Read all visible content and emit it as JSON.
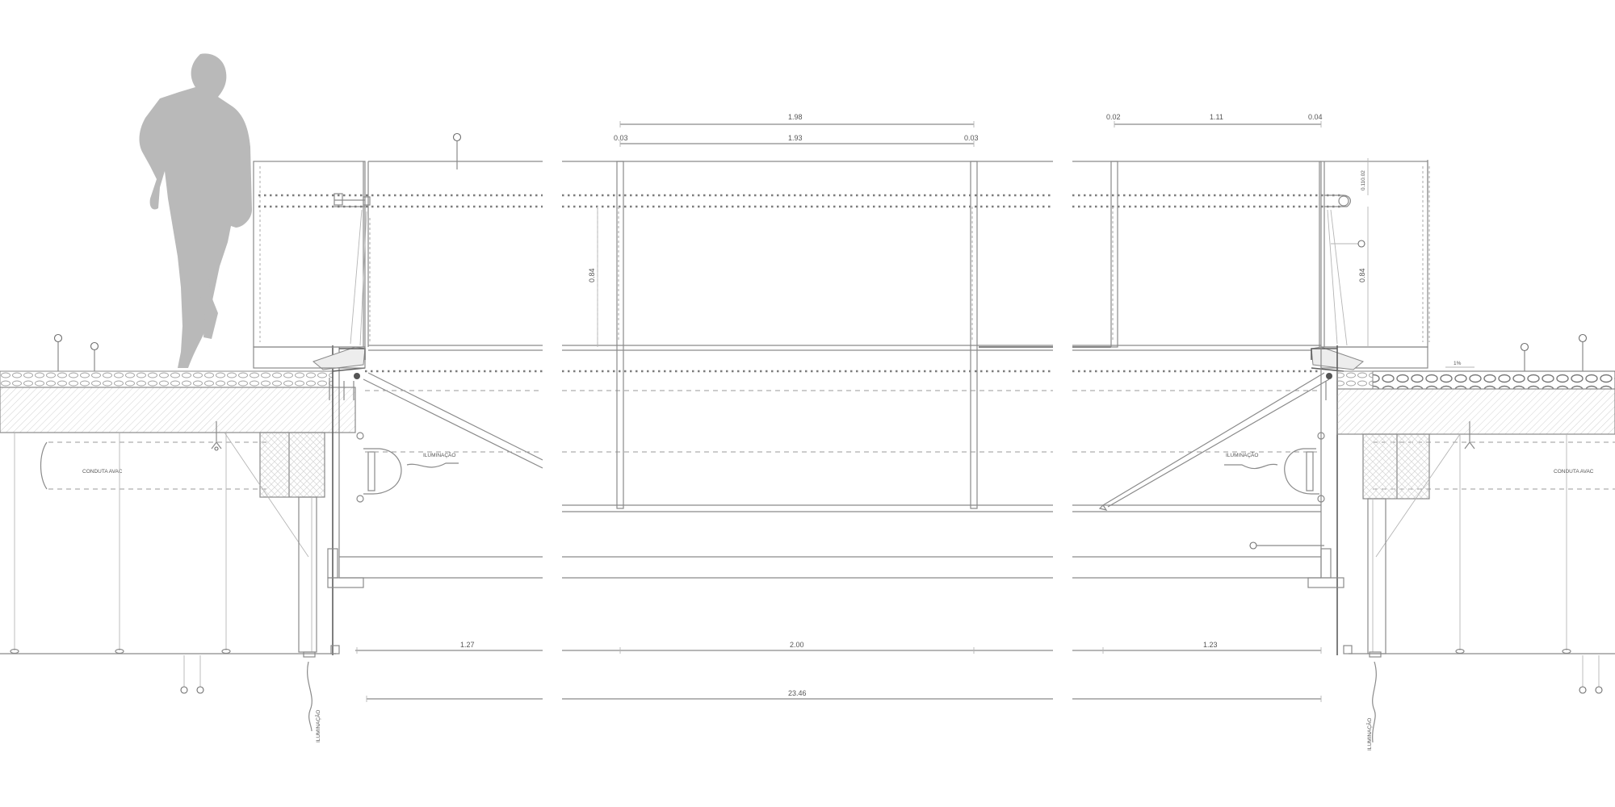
{
  "dimensions": {
    "top_total": "1.98",
    "top_left_offset": "0.03",
    "top_middle": "1.93",
    "top_right_offset": "0.03",
    "right_top_left": "0.02",
    "right_top_middle": "1.11",
    "right_top_right": "0.04",
    "vertical_middle": "0.84",
    "vertical_right": "0.84",
    "vertical_right_top": "0.110.02",
    "bottom_left": "1.27",
    "bottom_center": "2.00",
    "bottom_right": "1.23",
    "overall": "23.46"
  },
  "labels": {
    "conduit_left": "CONDUTA AVAC",
    "conduit_right": "CONDUTA AVAC",
    "lighting_left": "ILUMINAÇÃO",
    "lighting_right": "ILUMINAÇÃO",
    "drain_left": "ILUMINAÇÃO",
    "drain_right": "ILUMINAÇÃO",
    "slope": "1%"
  }
}
